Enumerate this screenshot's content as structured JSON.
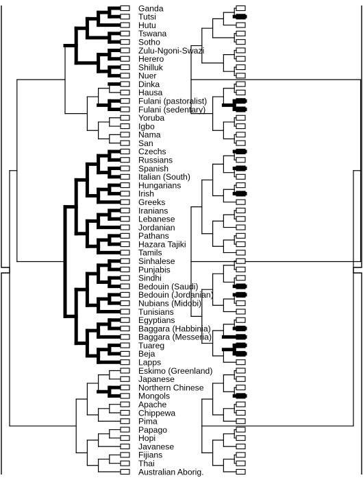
{
  "taxa": [
    {
      "label": "Ganda",
      "left_thick": 1,
      "right_filled": 0
    },
    {
      "label": "Tutsi",
      "left_thick": 1,
      "right_filled": 1
    },
    {
      "label": "Hutu",
      "left_thick": 1,
      "right_filled": 0
    },
    {
      "label": "Tswana",
      "left_thick": 1,
      "right_filled": 0
    },
    {
      "label": "Sotho",
      "left_thick": 1,
      "right_filled": 0
    },
    {
      "label": "Zulu-Ngoni-Swazi",
      "left_thick": 1,
      "right_filled": 0
    },
    {
      "label": "Herero",
      "left_thick": 1,
      "right_filled": 0
    },
    {
      "label": "Shilluk",
      "left_thick": 1,
      "right_filled": 0
    },
    {
      "label": "Nuer",
      "left_thick": 1,
      "right_filled": 0
    },
    {
      "label": "Dinka",
      "left_thick": 1,
      "right_filled": 0
    },
    {
      "label": "Hausa",
      "left_thick": 0,
      "right_filled": 0
    },
    {
      "label": "Fulani (pastoralist)",
      "left_thick": 1,
      "right_filled": 1
    },
    {
      "label": "Fulani (sedentary)",
      "left_thick": 1,
      "right_filled": 1
    },
    {
      "label": "Yoruba",
      "left_thick": 0,
      "right_filled": 0
    },
    {
      "label": "Igbo",
      "left_thick": 0,
      "right_filled": 0
    },
    {
      "label": "Nama",
      "left_thick": 0,
      "right_filled": 0
    },
    {
      "label": "San",
      "left_thick": 0,
      "right_filled": 0
    },
    {
      "label": "Czechs",
      "left_thick": 1,
      "right_filled": 1
    },
    {
      "label": "Russians",
      "left_thick": 1,
      "right_filled": 0
    },
    {
      "label": "Spanish",
      "left_thick": 1,
      "right_filled": 1
    },
    {
      "label": "Italian (South)",
      "left_thick": 1,
      "right_filled": 0
    },
    {
      "label": "Hungarians",
      "left_thick": 1,
      "right_filled": 0
    },
    {
      "label": "Irish",
      "left_thick": 1,
      "right_filled": 1
    },
    {
      "label": "Greeks",
      "left_thick": 1,
      "right_filled": 0
    },
    {
      "label": "Iranians",
      "left_thick": 1,
      "right_filled": 0
    },
    {
      "label": "Lebanese",
      "left_thick": 1,
      "right_filled": 0
    },
    {
      "label": "Jordanian",
      "left_thick": 1,
      "right_filled": 0
    },
    {
      "label": "Pathans",
      "left_thick": 1,
      "right_filled": 0
    },
    {
      "label": "Hazara Tajiki",
      "left_thick": 1,
      "right_filled": 0
    },
    {
      "label": "Tamils",
      "left_thick": 1,
      "right_filled": 0
    },
    {
      "label": "Sinhalese",
      "left_thick": 1,
      "right_filled": 0
    },
    {
      "label": "Punjabis",
      "left_thick": 1,
      "right_filled": 0
    },
    {
      "label": "Sindhi",
      "left_thick": 1,
      "right_filled": 0
    },
    {
      "label": "Bedouin (Saudi)",
      "left_thick": 1,
      "right_filled": 1
    },
    {
      "label": "Bedouin (Jordanian)",
      "left_thick": 1,
      "right_filled": 1
    },
    {
      "label": "Nubians (Midobi)",
      "left_thick": 1,
      "right_filled": 0
    },
    {
      "label": "Tunisians",
      "left_thick": 1,
      "right_filled": 0
    },
    {
      "label": "Egyptians",
      "left_thick": 1,
      "right_filled": 0
    },
    {
      "label": "Baggara (Habbinia)",
      "left_thick": 1,
      "right_filled": 1
    },
    {
      "label": "Baggara (Messeria)",
      "left_thick": 1,
      "right_filled": 1
    },
    {
      "label": "Tuareg",
      "left_thick": 1,
      "right_filled": 1
    },
    {
      "label": "Beja",
      "left_thick": 1,
      "right_filled": 1
    },
    {
      "label": "Lapps",
      "left_thick": 1,
      "right_filled": 0
    },
    {
      "label": "Eskimo (Greenland)",
      "left_thick": 0,
      "right_filled": 0
    },
    {
      "label": "Japanese",
      "left_thick": 0,
      "right_filled": 0
    },
    {
      "label": "Northern  Chinese",
      "left_thick": 1,
      "right_filled": 0
    },
    {
      "label": "Mongols",
      "left_thick": 1,
      "right_filled": 1
    },
    {
      "label": "Apache",
      "left_thick": 0,
      "right_filled": 0
    },
    {
      "label": "Chippewa",
      "left_thick": 0,
      "right_filled": 0
    },
    {
      "label": "Pima",
      "left_thick": 0,
      "right_filled": 0
    },
    {
      "label": "Papago",
      "left_thick": 0,
      "right_filled": 0
    },
    {
      "label": "Hopi",
      "left_thick": 0,
      "right_filled": 0
    },
    {
      "label": "Javanese",
      "left_thick": 0,
      "right_filled": 0
    },
    {
      "label": "Fijians",
      "left_thick": 0,
      "right_filled": 0
    },
    {
      "label": "Thai",
      "left_thick": 0,
      "right_filled": 0
    },
    {
      "label": "Australian Aborig.",
      "left_thick": 0,
      "right_filled": 0
    }
  ],
  "colors": {
    "background": "#ffffff",
    "ink": "#000000"
  }
}
